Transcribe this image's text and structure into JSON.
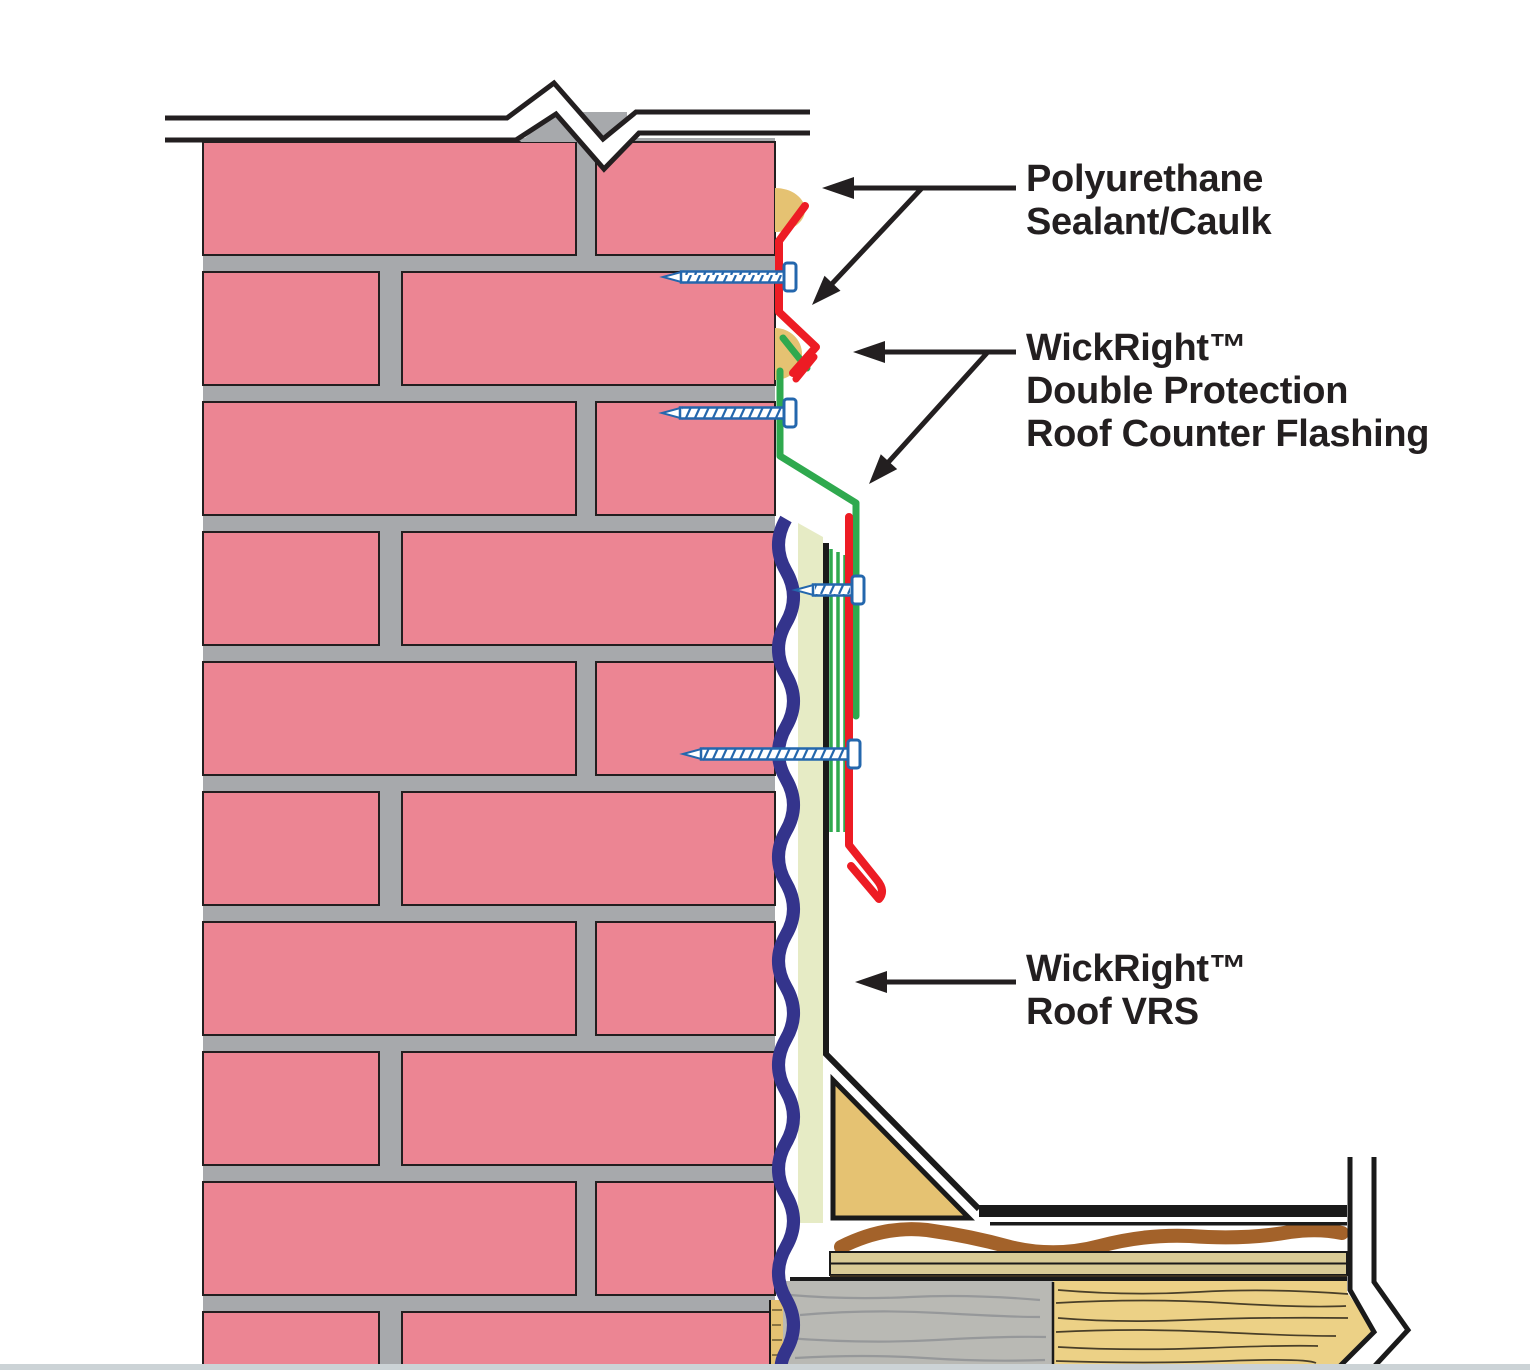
{
  "diagram": {
    "subject": "masonry wall to roof counter-flashing detail",
    "annotations": [
      {
        "id": "polyurethane-sealant",
        "lines": [
          "Polyurethane",
          "Sealant/Caulk",
          ""
        ]
      },
      {
        "id": "counter-flashing",
        "lines": [
          "WickRight™",
          "Double Protection",
          "Roof Counter Flashing"
        ]
      },
      {
        "id": "roof-vrs",
        "lines": [
          "WickRight™",
          "Roof VRS",
          ""
        ]
      }
    ]
  },
  "colors": {
    "brick": "#ec8593",
    "mortar": "#a7a9ac",
    "outline": "#231f20",
    "ink": "#1a1a1a",
    "flashred": "#ed1c24",
    "flashgreen": "#2fa94e",
    "sealtan": "#e5c272",
    "navy": "#34348c",
    "cream": "#e6ebc5",
    "screwblue": "#2467ad",
    "woodyellow": "#ecd186",
    "woodgray": "#b9b9b4",
    "planktan": "#d9cb96",
    "plankdark": "#3c3120",
    "brown": "#a3622a",
    "pageedge": "#ccd3d6"
  }
}
